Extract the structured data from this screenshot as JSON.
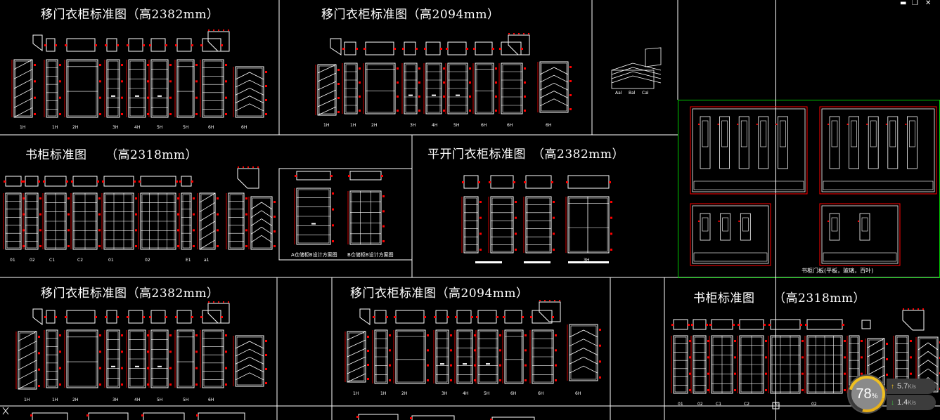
{
  "window_controls": {
    "minimize": "▬",
    "restore": "❐",
    "close": "✕"
  },
  "drawings": {
    "top_row": [
      {
        "title": "移门衣柜标准图（高2382mm）",
        "labels": [
          "1H",
          "1H",
          "2H",
          "3H",
          "4H",
          "5H",
          "5H",
          "6H",
          "6H"
        ]
      },
      {
        "title": "移门衣柜标准图（高2094mm）",
        "labels": [
          "1H",
          "1H",
          "2H",
          "3H",
          "4H",
          "5H",
          "6H",
          "6H",
          "6H"
        ]
      },
      {
        "iso_labels": [
          "Aal",
          "Bal",
          "Cal"
        ]
      }
    ],
    "middle_row": [
      {
        "title": "书柜标准图　　（高2318mm）",
        "labels": [
          "01",
          "02",
          "C1",
          "C2",
          "01",
          "02",
          "E1",
          "a1"
        ]
      },
      {
        "inset_labels": [
          "A仓储柜B设计方案图",
          "B仓储柜B设计方案图"
        ]
      },
      {
        "title": "平开门衣柜标准图　（高2382mm）",
        "labels": [
          "3H"
        ]
      }
    ],
    "bottom_row": [
      {
        "title": "移门衣柜标准图（高2382mm）",
        "labels": [
          "1H",
          "1H",
          "2H",
          "3H",
          "4H",
          "5H",
          "5H",
          "6H"
        ]
      },
      {
        "title": "移门衣柜标准图（高2094mm）",
        "labels": [
          "1H",
          "1H",
          "2H",
          "3H",
          "4H",
          "5H",
          "6H",
          "6H",
          "6H"
        ]
      },
      {
        "title": "书柜标准图　　（高2318mm）",
        "labels": [
          "01",
          "02",
          "C1",
          "C2",
          "01",
          "02"
        ]
      }
    ],
    "right_panel": {
      "caption": "书柜门板(平板，玻璃，百叶)"
    }
  },
  "network_widget": {
    "percent": "78",
    "percent_sign": "%",
    "upload": "5.7",
    "download": "1.4",
    "unit": "K/s",
    "up_arrow": "↑",
    "down_arrow": "↓"
  },
  "colors": {
    "background": "#000000",
    "lines": "#ffffff",
    "dims": "#ff0000",
    "selection": "#00aa00",
    "accent": "#f0c020"
  }
}
